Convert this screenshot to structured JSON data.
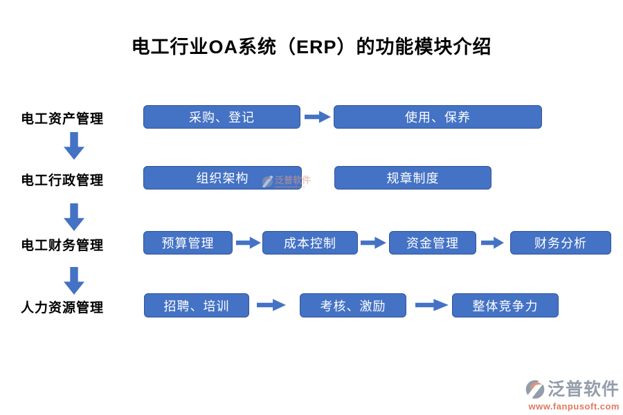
{
  "title": "电工行业OA系统（ERP）的功能模块介绍",
  "rows": [
    {
      "label": "电工资产管理",
      "boxes": [
        "采购、登记",
        "使用、保养"
      ]
    },
    {
      "label": "电工行政管理",
      "boxes": [
        "组织架构",
        "规章制度"
      ]
    },
    {
      "label": "电工财务管理",
      "boxes": [
        "预算管理",
        "成本控制",
        "资金管理",
        "财务分析"
      ]
    },
    {
      "label": "人力资源管理",
      "boxes": [
        "招聘、培训",
        "考核、激励",
        "整体竞争力"
      ]
    }
  ],
  "watermark": {
    "text": "泛普软件",
    "subtext": "www.fanpusoft.com"
  },
  "brand": {
    "name": "泛普软件",
    "url": "www.fanpusoft.com"
  },
  "colors": {
    "box_fill": "#4472C4",
    "box_border": "#2F5597",
    "arrow": "#4472C4",
    "title_text": "#000000",
    "brand_name": "#949DAB",
    "brand_url": "#E2785E"
  }
}
